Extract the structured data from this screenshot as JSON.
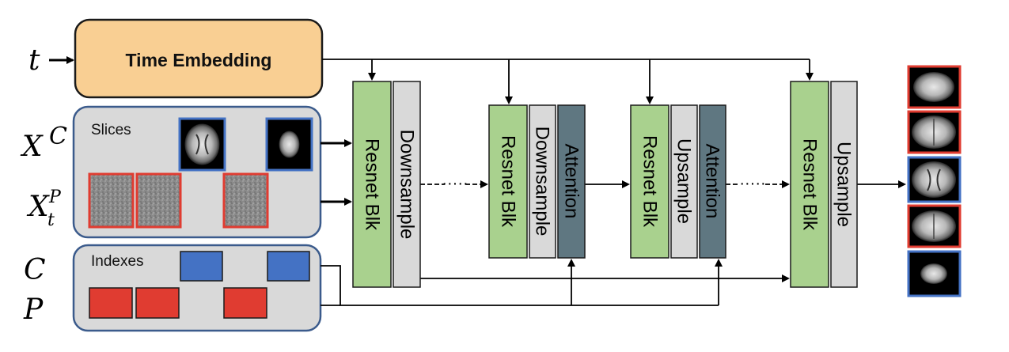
{
  "inputs": {
    "t": "t",
    "xc_base": "X",
    "xc_sup": "C",
    "xp_base": "X",
    "xp_sup": "P",
    "xp_sub": "t",
    "c": "C",
    "p": "P"
  },
  "time_embedding": {
    "label": "Time Embedding"
  },
  "slices_panel": {
    "label": "Slices"
  },
  "indexes_panel": {
    "label": "Indexes"
  },
  "blocks": {
    "resnet": "Resnet Blk",
    "downsample": "Downsample",
    "upsample": "Upsample",
    "attention": "Attention"
  },
  "ellipsis": "·····",
  "colors": {
    "time_embedding_fill": "#f9cf93",
    "panel_fill": "#d9d9d9",
    "panel_stroke": "#3b5b8c",
    "resnet_fill": "#a9d18e",
    "down_up_fill": "#d9d9d9",
    "attention_fill": "#5f7781",
    "context_blue": "#4472c4",
    "prediction_red": "#e03c31"
  }
}
